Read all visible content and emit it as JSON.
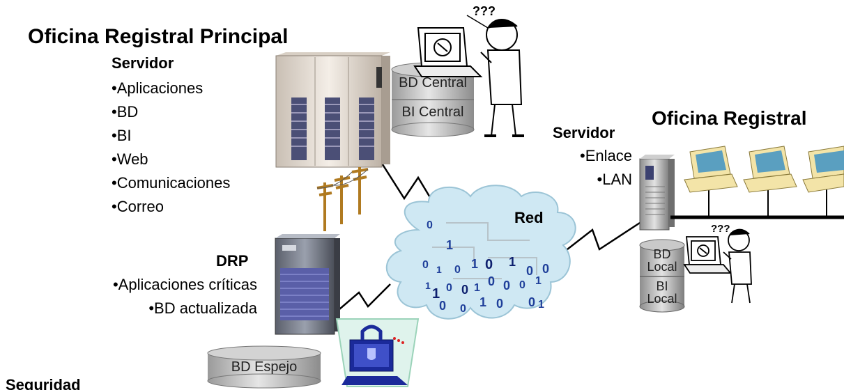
{
  "main_office": {
    "title": "Oficina Registral Principal",
    "server_heading": "Servidor",
    "server_items": [
      "•Aplicaciones",
      "•BD",
      "•BI",
      "•Web",
      "•Comunicaciones",
      "•Correo"
    ],
    "db_top": "BD Central",
    "db_bottom": "BI Central",
    "confused_marks": "???"
  },
  "drp": {
    "heading": "DRP",
    "items": [
      "•Aplicaciones críticas",
      "•BD actualizada"
    ],
    "mirror_db": "BD Espejo"
  },
  "network": {
    "label": "Red"
  },
  "branch_office": {
    "title": "Oficina Registral",
    "server_heading": "Servidor",
    "server_items": [
      "•Enlace",
      "•LAN"
    ],
    "db_top_line1": "BD",
    "db_top_line2": "Local",
    "db_bottom_line1": "BI",
    "db_bottom_line2": "Local",
    "confused_marks": "???"
  },
  "security": {
    "heading": "Seguridad"
  },
  "colors": {
    "cloud": "#cfe8f3",
    "cable": "#000000",
    "server_main": "#e8e0d6",
    "pc": "#f3e4a8",
    "shield": "#1b2a9a"
  }
}
